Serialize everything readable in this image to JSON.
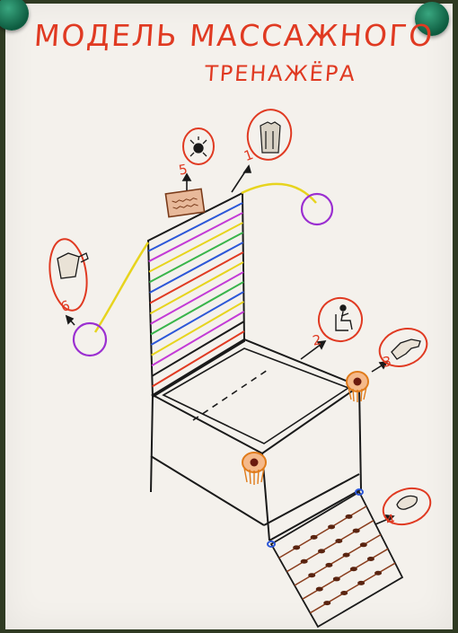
{
  "title": {
    "line1": "МОДЕЛЬ МАССАЖНОГО",
    "line2": "ТРЕНАЖЁРА"
  },
  "callouts": [
    {
      "number": "1",
      "icon": "garment-icon"
    },
    {
      "number": "2",
      "icon": "seated-person-icon"
    },
    {
      "number": "3",
      "icon": "hand-icon"
    },
    {
      "number": "4",
      "icon": "foot-icon"
    },
    {
      "number": "5",
      "icon": "vibration-icon"
    },
    {
      "number": "6",
      "icon": "arm-massage-icon"
    }
  ],
  "colors": {
    "paper": "#f4f1ec",
    "ink": "#1a1a1a",
    "title": "#e03a22",
    "stripes": [
      "#2c57d8",
      "#c33ad6",
      "#e7d41e",
      "#39b54a",
      "#2c57d8",
      "#e03a22",
      "#e7d41e",
      "#c33ad6",
      "#39b54a",
      "#2c57d8",
      "#e7d41e",
      "#c33ad6",
      "#1a1a1a",
      "#e03a22"
    ],
    "cable": "#e7d41e",
    "ring": "#9b2fd1",
    "roller": "#e07b1a",
    "footrest_bar": "#8a3e1e"
  }
}
